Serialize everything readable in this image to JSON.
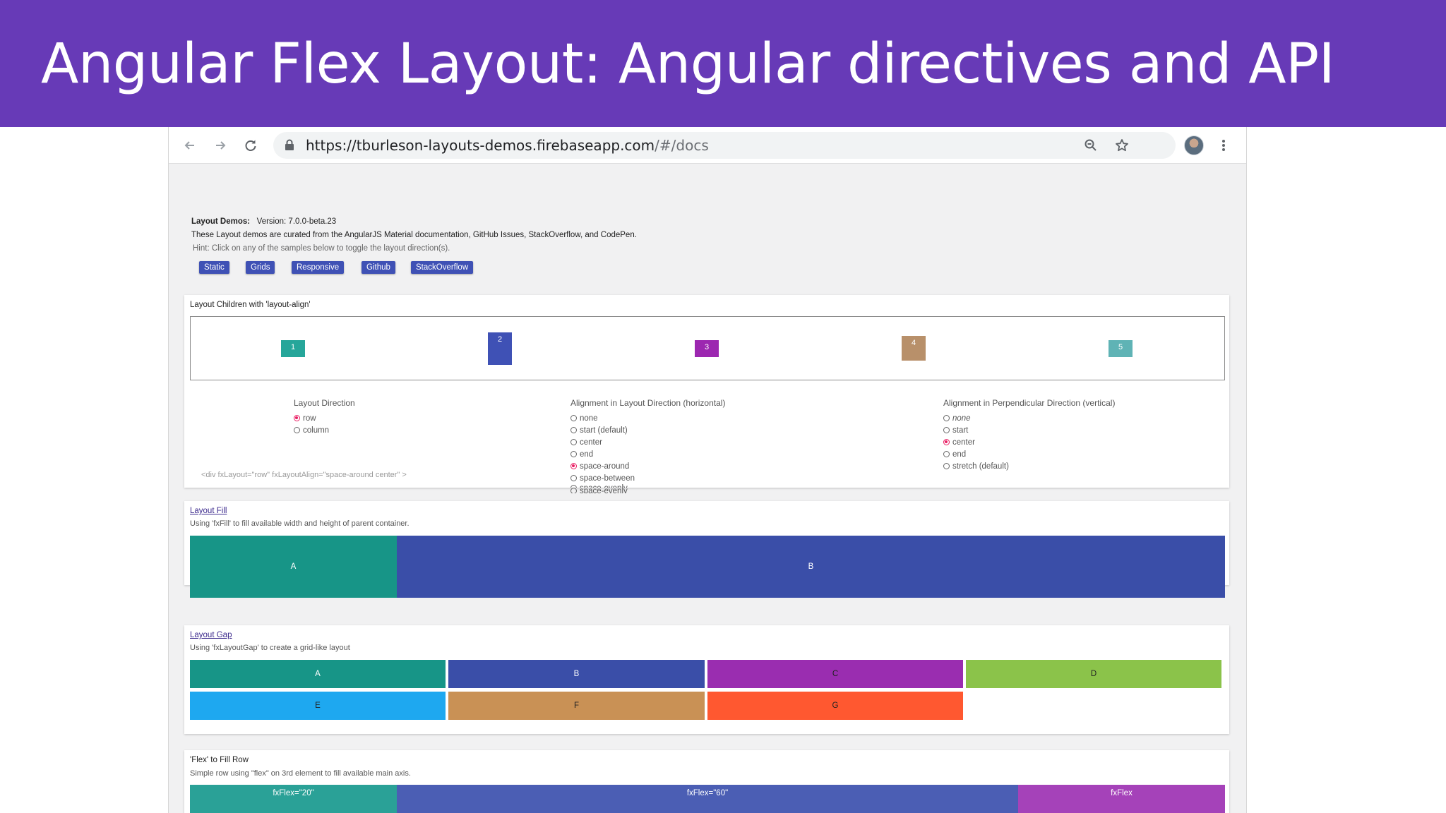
{
  "slide": {
    "title": "Angular Flex Layout: Angular directives and API"
  },
  "browser": {
    "url_host": "https://tburleson-layouts-demos.firebaseapp.com",
    "url_path": "/#/docs"
  },
  "demo_header": {
    "label": "Layout Demos:",
    "version": "Version: 7.0.0-beta.23",
    "description": "These Layout demos are curated from the AngularJS Material documentation, GitHub Issues, StackOverflow, and CodePen.",
    "hint": "Hint: Click on any of the samples below to toggle the layout direction(s).",
    "nav_chips": [
      "Static",
      "Grids",
      "Responsive",
      "Github",
      "StackOverflow"
    ]
  },
  "layout_align": {
    "title": "Layout Children with 'layout-align'",
    "boxes": [
      {
        "label": "1",
        "color": "#26a69a"
      },
      {
        "label": "2",
        "color": "#3f51b5"
      },
      {
        "label": "3",
        "color": "#9c27b0"
      },
      {
        "label": "4",
        "color": "#b8906a"
      },
      {
        "label": "5",
        "color": "#5fb3b5"
      }
    ],
    "direction": {
      "heading": "Layout Direction",
      "options": [
        "row",
        "column"
      ],
      "selected": "row"
    },
    "horizontal": {
      "heading": "Alignment in Layout Direction (horizontal)",
      "options": [
        "none",
        "start (default)",
        "center",
        "end",
        "space-around",
        "space-between",
        "space-evenly"
      ],
      "selected": "space-around"
    },
    "vertical": {
      "heading": "Alignment in Perpendicular Direction (vertical)",
      "options": [
        "none",
        "start",
        "center",
        "end",
        "stretch (default)"
      ],
      "selected": "center"
    },
    "code": "<div fxLayout=\"row\"    fxLayoutAlign=\"space-around center\" >"
  },
  "layout_fill": {
    "title": "Layout Fill",
    "subtitle": "Using 'fxFill' to fill available width and height of parent container.",
    "blocks": [
      {
        "label": "A",
        "color": "#179587"
      },
      {
        "label": "B",
        "color": "#3a4ea8"
      }
    ]
  },
  "layout_gap": {
    "title": "Layout Gap",
    "subtitle": "Using 'fxLayoutGap' to create a grid-like layout",
    "blocks": [
      {
        "label": "A",
        "color": "#179587"
      },
      {
        "label": "B",
        "color": "#3a4ea8"
      },
      {
        "label": "C",
        "color": "#9a2db0"
      },
      {
        "label": "D",
        "color": "#8bc34a"
      },
      {
        "label": "E",
        "color": "#1ea8f0"
      },
      {
        "label": "F",
        "color": "#c99155"
      },
      {
        "label": "G",
        "color": "#ff5830"
      }
    ]
  },
  "flex_fill": {
    "title": "'Flex' to Fill Row",
    "subtitle": "Simple row using \"flex\" on 3rd element to fill available main axis.",
    "blocks": [
      {
        "label": "fxFlex=\"20\"",
        "color": "#2aa197"
      },
      {
        "label": "fxFlex=\"60\"",
        "color": "#4b5eb4"
      },
      {
        "label": "fxFlex",
        "color": "#a542b9"
      }
    ]
  }
}
